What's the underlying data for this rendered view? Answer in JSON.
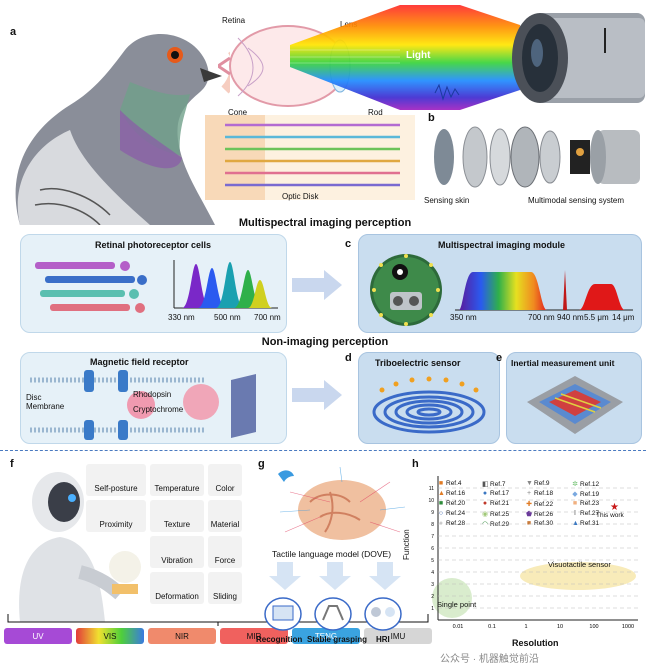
{
  "panels": {
    "a": "a",
    "b": "b",
    "c": "c",
    "d": "d",
    "e": "e",
    "f": "f",
    "g": "g",
    "h": "h"
  },
  "panel_a": {
    "retina": "Retina",
    "lens": "Lens",
    "light": "Light",
    "cone": "Cone",
    "rod": "Rod",
    "optic_disk": "Optic Disk"
  },
  "panel_b": {
    "sensing_skin": "Sensing skin",
    "multimodal": "Multimodal sensing system"
  },
  "multispectral_title": "Multispectral imaging perception",
  "retinal": {
    "title": "Retinal photoreceptor cells",
    "ticks": [
      "330 nm",
      "500 nm",
      "700 nm"
    ]
  },
  "module": {
    "title": "Multispectral imaging module",
    "ticks": [
      "350 nm",
      "700 nm",
      "940 nm",
      "5.5 μm",
      "14 μm"
    ]
  },
  "nonimaging_title": "Non-imaging perception",
  "magnetic": {
    "title": "Magnetic field receptor",
    "disc": "Disc",
    "membrane": "Membrane",
    "rhodopsin": "Rhodopsin",
    "cryptochrome": "Cryptochrome"
  },
  "tribo": {
    "title": "Triboelectric sensor"
  },
  "imu_panel": {
    "title": "Inertial measurement unit"
  },
  "features": [
    "Self-posture",
    "Temperature",
    "Color",
    "Proximity",
    "Texture",
    "Material",
    "Vibration",
    "Force",
    "Deformation",
    "Sliding"
  ],
  "chips": [
    {
      "label": "UV",
      "bg": "#a64ad6",
      "fg": "#ffffff"
    },
    {
      "label": "VIS",
      "bg": "#4fcf3a",
      "fg": "#111111"
    },
    {
      "label": "NIR",
      "bg": "#f08a6c",
      "fg": "#111111"
    },
    {
      "label": "MIR",
      "bg": "#f0615e",
      "fg": "#111111"
    },
    {
      "label": "TENG",
      "bg": "#3aa3e0",
      "fg": "#ffffff"
    },
    {
      "label": "IMU",
      "bg": "#d6d6d6",
      "fg": "#111111"
    }
  ],
  "panel_g": {
    "dove": "Tactile language model (DOVE)",
    "recognition": "Recognition",
    "stable": "Stable grasping",
    "hri": "HRI"
  },
  "panel_h": {
    "refs": [
      {
        "label": "Ref.4",
        "mk": "■",
        "c": "#e07b24"
      },
      {
        "label": "Ref.7",
        "mk": "◧",
        "c": "#555"
      },
      {
        "label": "Ref.9",
        "mk": "▼",
        "c": "#888"
      },
      {
        "label": "Ref.12",
        "mk": "✲",
        "c": "#6cbf6c"
      },
      {
        "label": "Ref.16",
        "mk": "▲",
        "c": "#e07b24"
      },
      {
        "label": "Ref.17",
        "mk": "●",
        "c": "#3a78c2"
      },
      {
        "label": "Ref.18",
        "mk": "+",
        "c": "#888"
      },
      {
        "label": "Ref.19",
        "mk": "◆",
        "c": "#7aa9e0"
      },
      {
        "label": "Ref.20",
        "mk": "■",
        "c": "#2e8b3a"
      },
      {
        "label": "Ref.21",
        "mk": "●",
        "c": "#c0392b"
      },
      {
        "label": "Ref.22",
        "mk": "✚",
        "c": "#e07b24"
      },
      {
        "label": "Ref.23",
        "mk": "■",
        "c": "#f0b080"
      },
      {
        "label": "Ref.24",
        "mk": "○",
        "c": "#2a5ab0"
      },
      {
        "label": "Ref.25",
        "mk": "◉",
        "c": "#a0c878"
      },
      {
        "label": "Ref.26",
        "mk": "⬟",
        "c": "#6a3a9a"
      },
      {
        "label": "Ref.27",
        "mk": "I",
        "c": "#555"
      },
      {
        "label": "Ref.28",
        "mk": "●",
        "c": "#cfcfcf"
      },
      {
        "label": "Ref.29",
        "mk": "◠",
        "c": "#2e8b3a"
      },
      {
        "label": "Ref.30",
        "mk": "■",
        "c": "#c87a3a"
      },
      {
        "label": "Ref.31",
        "mk": "▲",
        "c": "#3a78c2"
      }
    ],
    "this_work": "This work",
    "visuotactile": "Visuotactile sensor",
    "single_point": "Single point",
    "ylabel": "Function",
    "xlabel": "Resolution",
    "xticks": [
      "0.01",
      "0.1",
      "1",
      "10",
      "100",
      "1000"
    ],
    "yticks": [
      "1",
      "2",
      "3",
      "4",
      "5",
      "6",
      "7",
      "8",
      "9",
      "10",
      "11"
    ]
  },
  "watermark": "公众号 · 机器触觉前沿"
}
